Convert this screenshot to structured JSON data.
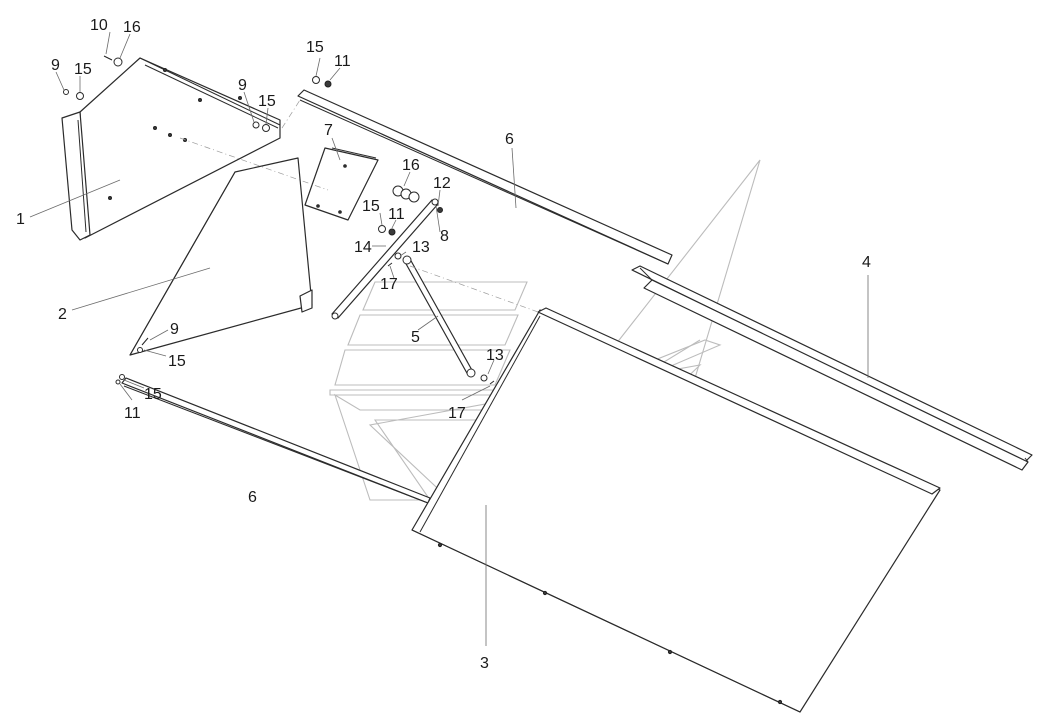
{
  "diagram": {
    "callouts": [
      {
        "id": "c10",
        "text": "10"
      },
      {
        "id": "c16a",
        "text": "16"
      },
      {
        "id": "c9a",
        "text": "9"
      },
      {
        "id": "c15a",
        "text": "15"
      },
      {
        "id": "c9b",
        "text": "9"
      },
      {
        "id": "c15b",
        "text": "15"
      },
      {
        "id": "c1",
        "text": "1"
      },
      {
        "id": "c15c",
        "text": "15"
      },
      {
        "id": "c11a",
        "text": "11"
      },
      {
        "id": "c7",
        "text": "7"
      },
      {
        "id": "c6a",
        "text": "6"
      },
      {
        "id": "c16b",
        "text": "16"
      },
      {
        "id": "c12",
        "text": "12"
      },
      {
        "id": "c15d",
        "text": "15"
      },
      {
        "id": "c11b",
        "text": "11"
      },
      {
        "id": "c8",
        "text": "8"
      },
      {
        "id": "c14",
        "text": "14"
      },
      {
        "id": "c13a",
        "text": "13"
      },
      {
        "id": "c17a",
        "text": "17"
      },
      {
        "id": "c2",
        "text": "2"
      },
      {
        "id": "c5",
        "text": "5"
      },
      {
        "id": "c4",
        "text": "4"
      },
      {
        "id": "c9c",
        "text": "9"
      },
      {
        "id": "c15e",
        "text": "15"
      },
      {
        "id": "c13b",
        "text": "13"
      },
      {
        "id": "c15f",
        "text": "15"
      },
      {
        "id": "c11c",
        "text": "11"
      },
      {
        "id": "c17b",
        "text": "17"
      },
      {
        "id": "c6b",
        "text": "6"
      },
      {
        "id": "c3",
        "text": "3"
      }
    ]
  }
}
